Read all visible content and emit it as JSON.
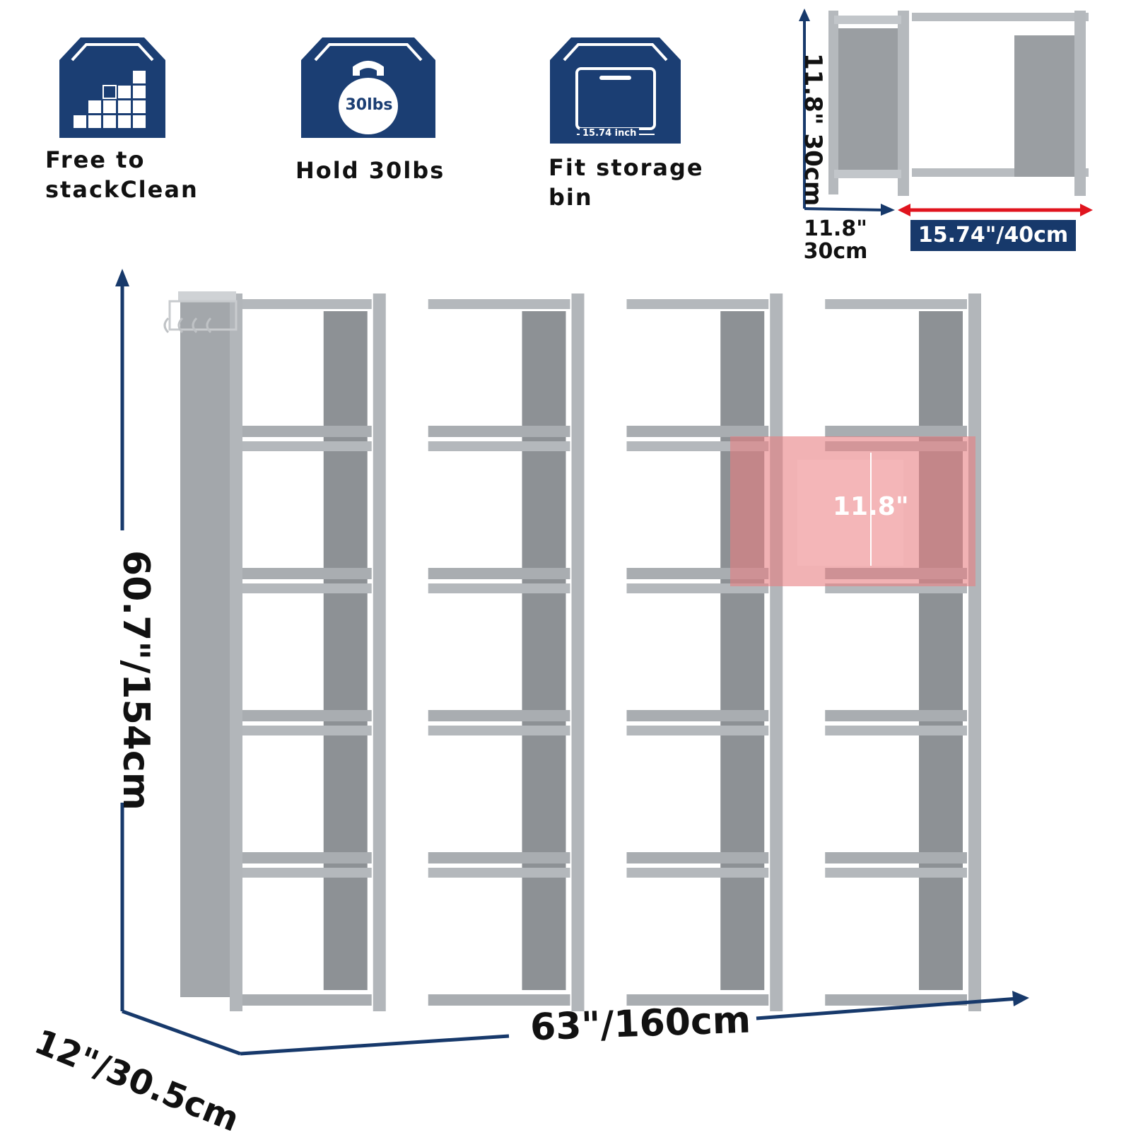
{
  "features": [
    {
      "icon": "stack-blocks-icon",
      "label": "Free to stackClean"
    },
    {
      "icon": "kettlebell-icon",
      "label": "Hold 30lbs",
      "icon_text": "30lbs"
    },
    {
      "icon": "storage-bin-icon",
      "label": "Fit storage bin",
      "icon_text": "15.74 inch"
    }
  ],
  "cube": {
    "height": "11.8\" 30cm",
    "depth": "11.8\" 30cm",
    "width": "15.74\"/40cm"
  },
  "shelf": {
    "height": "60.7\"/154cm",
    "width": "63\"/160cm",
    "depth": "12\"/30.5cm",
    "highlight": "11.8\"",
    "columns": 4,
    "rows": 5
  },
  "colors": {
    "badge": "#1b3e73",
    "arrow": "#17396b",
    "red_arrow": "#e0141e",
    "frame": "#a9adb1",
    "panel": "#8d9195",
    "highlight": "#e77f82"
  }
}
